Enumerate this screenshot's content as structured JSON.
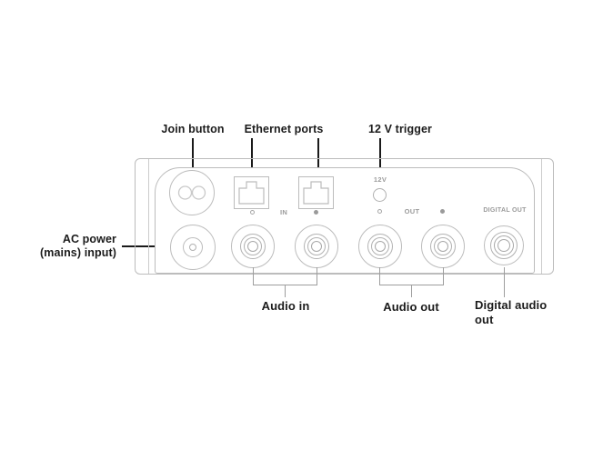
{
  "callouts": {
    "join_button": "Join button",
    "ethernet_ports": "Ethernet ports",
    "trigger_12v": "12 V trigger",
    "ac_power_line1": "AC power",
    "ac_power_line2": "(mains) input)",
    "audio_in": "Audio in",
    "audio_out": "Audio out",
    "digital_audio_out_line1": "Digital audio",
    "digital_audio_out_line2": "out"
  },
  "panel_labels": {
    "trigger": "12V",
    "audio_in": "IN",
    "audio_out": "OUT",
    "digital_out": "DIGITAL OUT"
  },
  "icons": {
    "join": "interlocking-circles-icon",
    "ethernet": "rj45-port-icon",
    "left_channel": "open-circle-marker",
    "right_channel": "filled-circle-marker"
  },
  "colors": {
    "background": "#ffffff",
    "outline": "#bcbcbc",
    "leader_line": "#1a1a1a",
    "bracket_line": "#9e9e9e",
    "panel_text": "#9a9a9a",
    "label_text": "#1b1b1b"
  }
}
